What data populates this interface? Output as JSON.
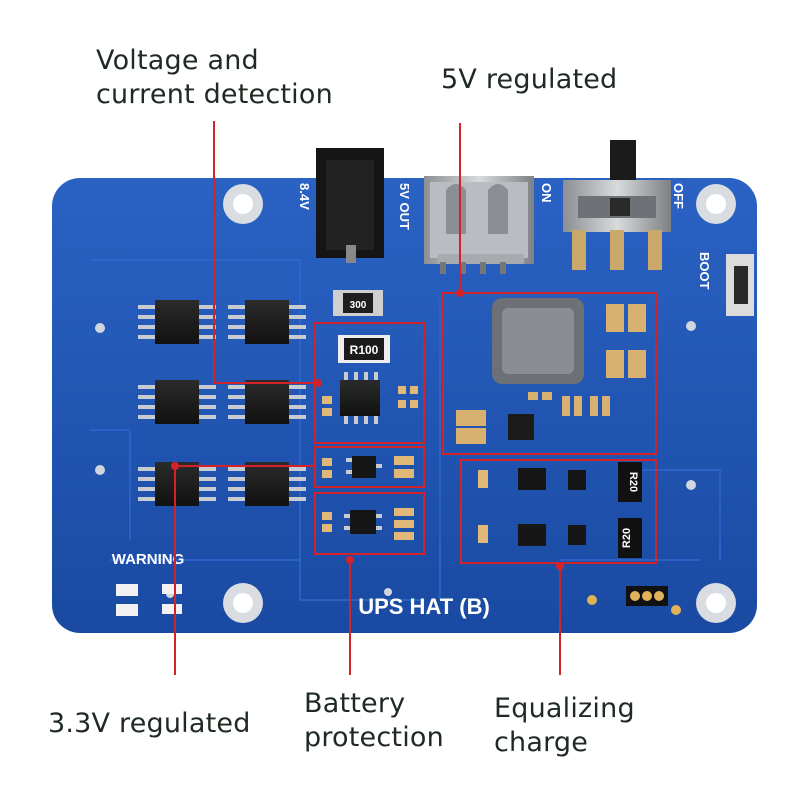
{
  "callouts": {
    "voltage_current": "Voltage and\ncurrent detection",
    "five_v": "5V regulated",
    "three_v": "3.3V regulated",
    "battery": "Battery\nprotection",
    "equalizing": "Equalizing\ncharge"
  },
  "board": {
    "name": "UPS HAT (B)",
    "warning": "WARNING",
    "input_voltage": "8.4V",
    "output_label": "5V OUT",
    "switch_on": "ON",
    "switch_off": "OFF",
    "boot_label": "BOOT",
    "resistor_top": "R100",
    "small_cap": "300",
    "resistor_r1": "R20",
    "resistor_r2": "R20"
  },
  "colors": {
    "board": "#1f56b4",
    "callout_line": "#d2232a",
    "text": "#1f2a22"
  }
}
